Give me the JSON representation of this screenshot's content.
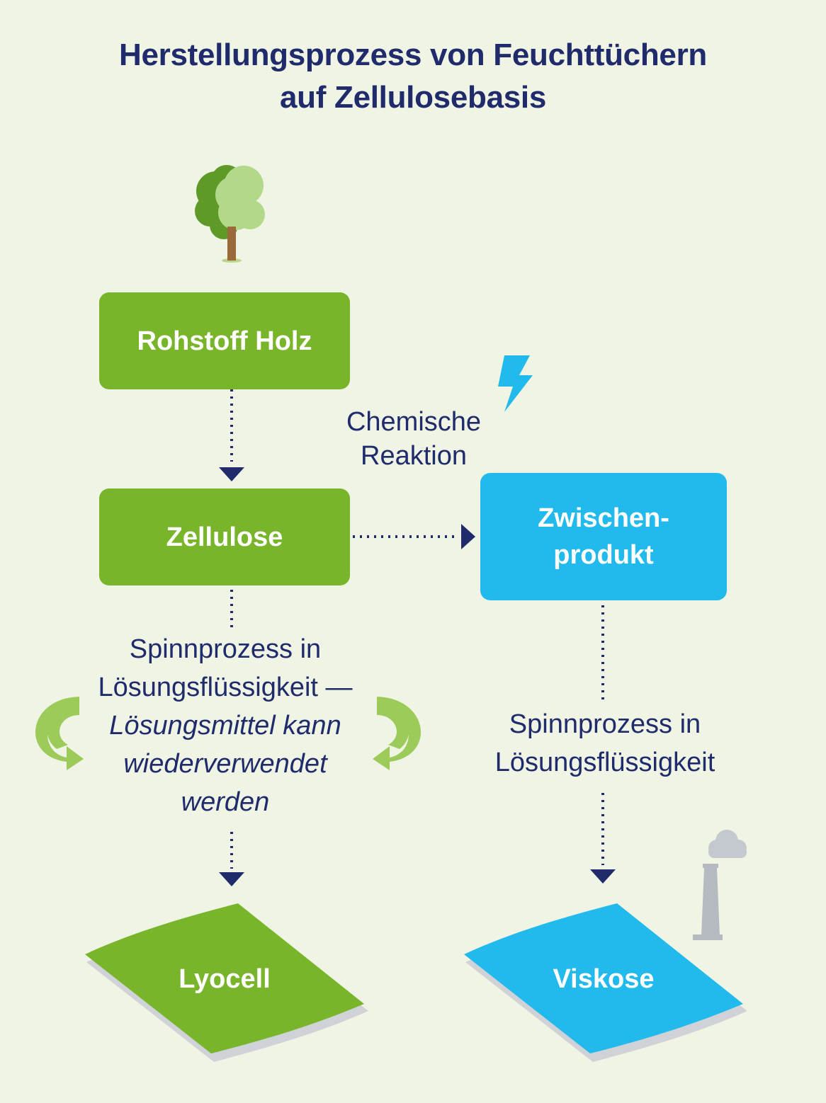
{
  "title": {
    "line1": "Herstellungsprozess von Feuchttüchern",
    "line2": "auf Zellulosebasis"
  },
  "nodes": {
    "rohstoff": "Rohstoff Holz",
    "zellulose": "Zellulose",
    "zwischen_line1": "Zwischen-",
    "zwischen_line2": "produkt",
    "lyocell": "Lyocell",
    "viskose": "Viskose"
  },
  "labels": {
    "chemische_line1": "Chemische",
    "chemische_line2": "Reaktion",
    "left_line1": "Spinnprozess in",
    "left_line2": "Lösungsflüssigkeit —",
    "left_line3": "Lösungsmittel kann",
    "left_line4": "wiederverwendet",
    "left_line5": "werden",
    "right_line1": "Spinnprozess in",
    "right_line2": "Lösungsflüssigkeit"
  },
  "icons": [
    "tree-icon",
    "lightning-icon",
    "factory-chimney-icon",
    "recycle-arrow-left-icon",
    "recycle-arrow-right-icon"
  ],
  "colors": {
    "green": "#78b52b",
    "blue": "#22baec",
    "navy": "#1f2b6b",
    "background": "#f0f4e5"
  }
}
